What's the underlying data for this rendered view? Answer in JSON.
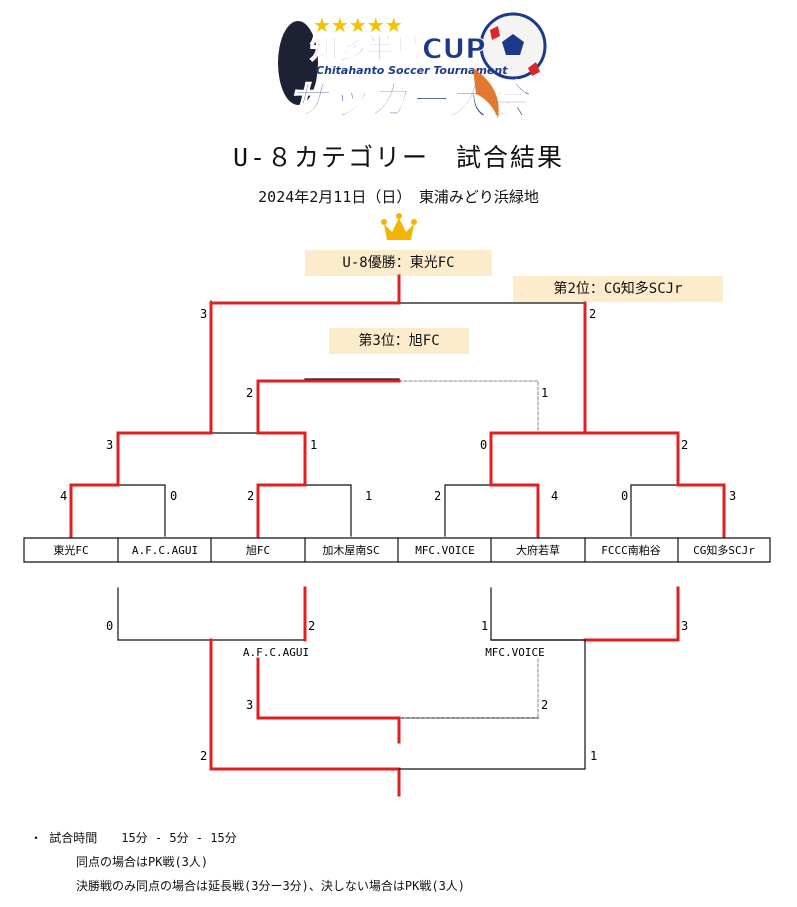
{
  "logo": {
    "line1": "知多半島CUP",
    "line2": "Chitahanto Soccer Tournament",
    "line3": "サッカー大会",
    "stars": "★★★★★"
  },
  "title": "U-８カテゴリー　試合結果",
  "subtitle": "2024年2月11日（日）　東浦みどり浜緑地",
  "banners": {
    "winner": "U-8優勝：東光FC",
    "second": "第2位：CG知多SCJr",
    "third": "第3位：旭FC"
  },
  "teams": [
    "東光FC",
    "A.F.C.AGUI",
    "旭FC",
    "加木屋南SC",
    "MFC.VOICE",
    "大府若草",
    "FCCC南粕谷",
    "CG知多SCJr"
  ],
  "scores": {
    "r1": [
      "4",
      "0",
      "2",
      "1",
      "2",
      "4",
      "0",
      "3"
    ],
    "r2": [
      "3",
      "1",
      "0",
      "2"
    ],
    "third_place": [
      "2",
      "1"
    ],
    "final": [
      "3",
      "2"
    ],
    "lower_r1": [
      "0",
      "2",
      "1",
      "3"
    ],
    "lower_r2": [
      "3",
      "2"
    ],
    "lower_final": [
      "2",
      "1"
    ]
  },
  "lower_labels": [
    "A.F.C.AGUI",
    "MFC.VOICE"
  ],
  "notes": [
    "・ 試合時間　　15分 - 5分 - 15分",
    "同点の場合はPK戦(3人)",
    "決勝戦のみ同点の場合は延長戦(3分ー3分)、決しない場合はPK戦(3人)"
  ],
  "colors": {
    "win": "#e02020",
    "line": "#111111",
    "dashed": "#888888",
    "banner": "#fdeccb",
    "crown": "#f2b400"
  }
}
